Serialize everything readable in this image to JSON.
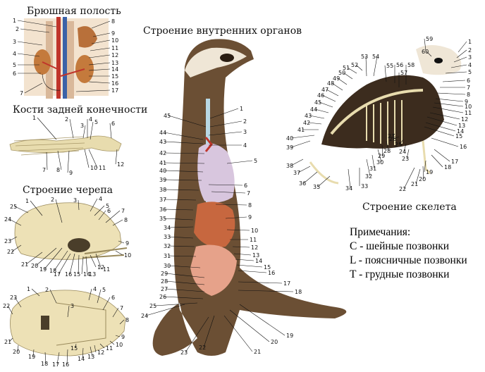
{
  "panels": {
    "abdominal": {
      "title": "Брюшная полость",
      "labels": [
        "1",
        "2",
        "3",
        "4",
        "5",
        "6",
        "7",
        "8",
        "9",
        "10",
        "11",
        "12",
        "13",
        "14",
        "15",
        "16",
        "17"
      ]
    },
    "hind_limb": {
      "title": "Кости задней конечности",
      "labels": [
        "1",
        "2",
        "3",
        "4",
        "5",
        "6",
        "7",
        "8",
        "9",
        "10",
        "11",
        "12"
      ]
    },
    "skull_side": {
      "title": "Строение черепа",
      "labels": [
        "1",
        "2",
        "3",
        "4",
        "5",
        "6",
        "7",
        "8",
        "9",
        "10",
        "11",
        "12",
        "13",
        "14",
        "15",
        "16",
        "17",
        "18",
        "19",
        "20",
        "21",
        "22",
        "23",
        "24",
        "25"
      ]
    },
    "skull_bottom": {
      "labels": [
        "1",
        "2",
        "3",
        "4",
        "5",
        "6",
        "7",
        "8",
        "9",
        "10",
        "11",
        "12",
        "13",
        "14",
        "15",
        "16",
        "17",
        "18",
        "19",
        "20",
        "21",
        "22",
        "23"
      ]
    },
    "organs": {
      "title": "Строение внутренних органов",
      "labels": [
        "1",
        "2",
        "3",
        "4",
        "5",
        "6",
        "7",
        "8",
        "9",
        "10",
        "11",
        "12",
        "13",
        "14",
        "15",
        "16",
        "17",
        "18",
        "19",
        "20",
        "21",
        "22",
        "23",
        "24",
        "25",
        "26",
        "27",
        "28",
        "29",
        "30",
        "31",
        "32",
        "33",
        "34",
        "35",
        "36",
        "37",
        "38",
        "39",
        "40",
        "41",
        "42",
        "43",
        "44",
        "45"
      ]
    },
    "skeleton": {
      "title": "Строение скелета",
      "labels": [
        "1",
        "2",
        "3",
        "4",
        "5",
        "6",
        "7",
        "8",
        "9",
        "10",
        "11",
        "12",
        "13",
        "14",
        "15",
        "16",
        "17",
        "18",
        "19",
        "20",
        "21",
        "22",
        "23",
        "24",
        "25",
        "26",
        "27",
        "28",
        "29",
        "30",
        "31",
        "32",
        "33",
        "34",
        "35",
        "36",
        "37",
        "38",
        "39",
        "40",
        "41",
        "42",
        "43",
        "44",
        "45",
        "46",
        "47",
        "48",
        "49",
        "50",
        "51",
        "52",
        "53",
        "54",
        "55",
        "56",
        "57",
        "58",
        "59",
        "60"
      ]
    }
  },
  "notes": {
    "heading": "Примечания:",
    "items": [
      "C - шейные позвонки",
      "L - поясничные позвонки",
      "T - грудные позвонки"
    ]
  },
  "colors": {
    "fur": "#6b4f34",
    "bone": "#e8dcae",
    "organ_pink": "#e6a28a",
    "lung": "#d8c6de",
    "vessel": "#c0352b",
    "vein": "#3b62a8"
  }
}
